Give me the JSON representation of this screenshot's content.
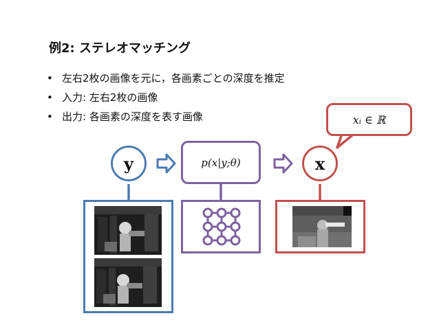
{
  "title": "例2: ステレオマッチング",
  "bullets": [
    "左右2枚の画像を元に，各画素ごとの深度を推定",
    "入力: 左右2枚の画像",
    "出力: 各画素の深度を表す画像"
  ],
  "bullet_symbol": "•",
  "nodes": {
    "input": {
      "label": "y",
      "color": "#4a7ab0"
    },
    "model": {
      "label": "p(x|y;θ)",
      "color": "#7e61a0"
    },
    "output": {
      "label": "x",
      "color": "#c0504d"
    }
  },
  "callout": {
    "text": "xᵢ ∈ ℝ",
    "color": "#c0504d"
  },
  "images": {
    "input_images": [
      "stereo-left-image",
      "stereo-right-image"
    ],
    "output_image": "depth-map-image",
    "model_graph": "grid-graph-3x3"
  }
}
